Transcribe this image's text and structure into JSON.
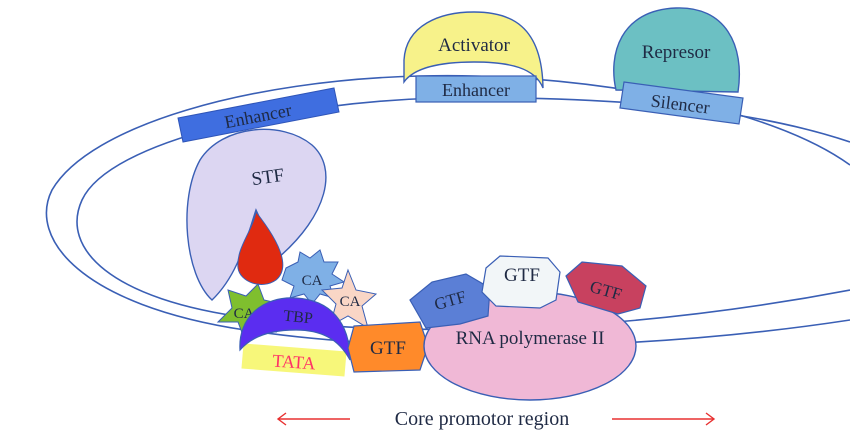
{
  "diagram": {
    "labels": {
      "activator": "Activator",
      "enhancer_top": "Enhancer",
      "repressor": "Represor",
      "silencer": "Silencer",
      "enhancer_left": "Enhancer",
      "stf": "STF",
      "ca_left": "CA",
      "ca_middle": "CA",
      "ca_right": "CA",
      "tbp": "TBP",
      "tata": "TATA",
      "gtf_orange": "GTF",
      "gtf_blue": "GTF",
      "gtf_white": "GTF",
      "gtf_red": "GTF",
      "rna_polymerase": "RNA polymerase II"
    },
    "region_label": "Core promotor region"
  },
  "colors": {
    "outline": "#3a5fb5",
    "enhancer_dark": "#3f6ee0",
    "enhancer_light": "#7fb0e6",
    "activator": "#f7f28a",
    "repressor": "#6cc0c3",
    "stf": "#dcd6f2",
    "ca_green": "#7fbf2e",
    "ca_blue": "#7fb0e6",
    "ca_peach": "#f9d6c6",
    "tbp": "#5b2df0",
    "tata": "#f7f77a",
    "tata_text": "#ff3366",
    "gtf_orange": "#ff8a2a",
    "gtf_blue": "#5b7fd6",
    "gtf_white": "#f2f6f8",
    "gtf_red": "#c8415f",
    "rna": "#f0b8d6",
    "arrow": "#e83030",
    "drop": "#e02a10"
  }
}
